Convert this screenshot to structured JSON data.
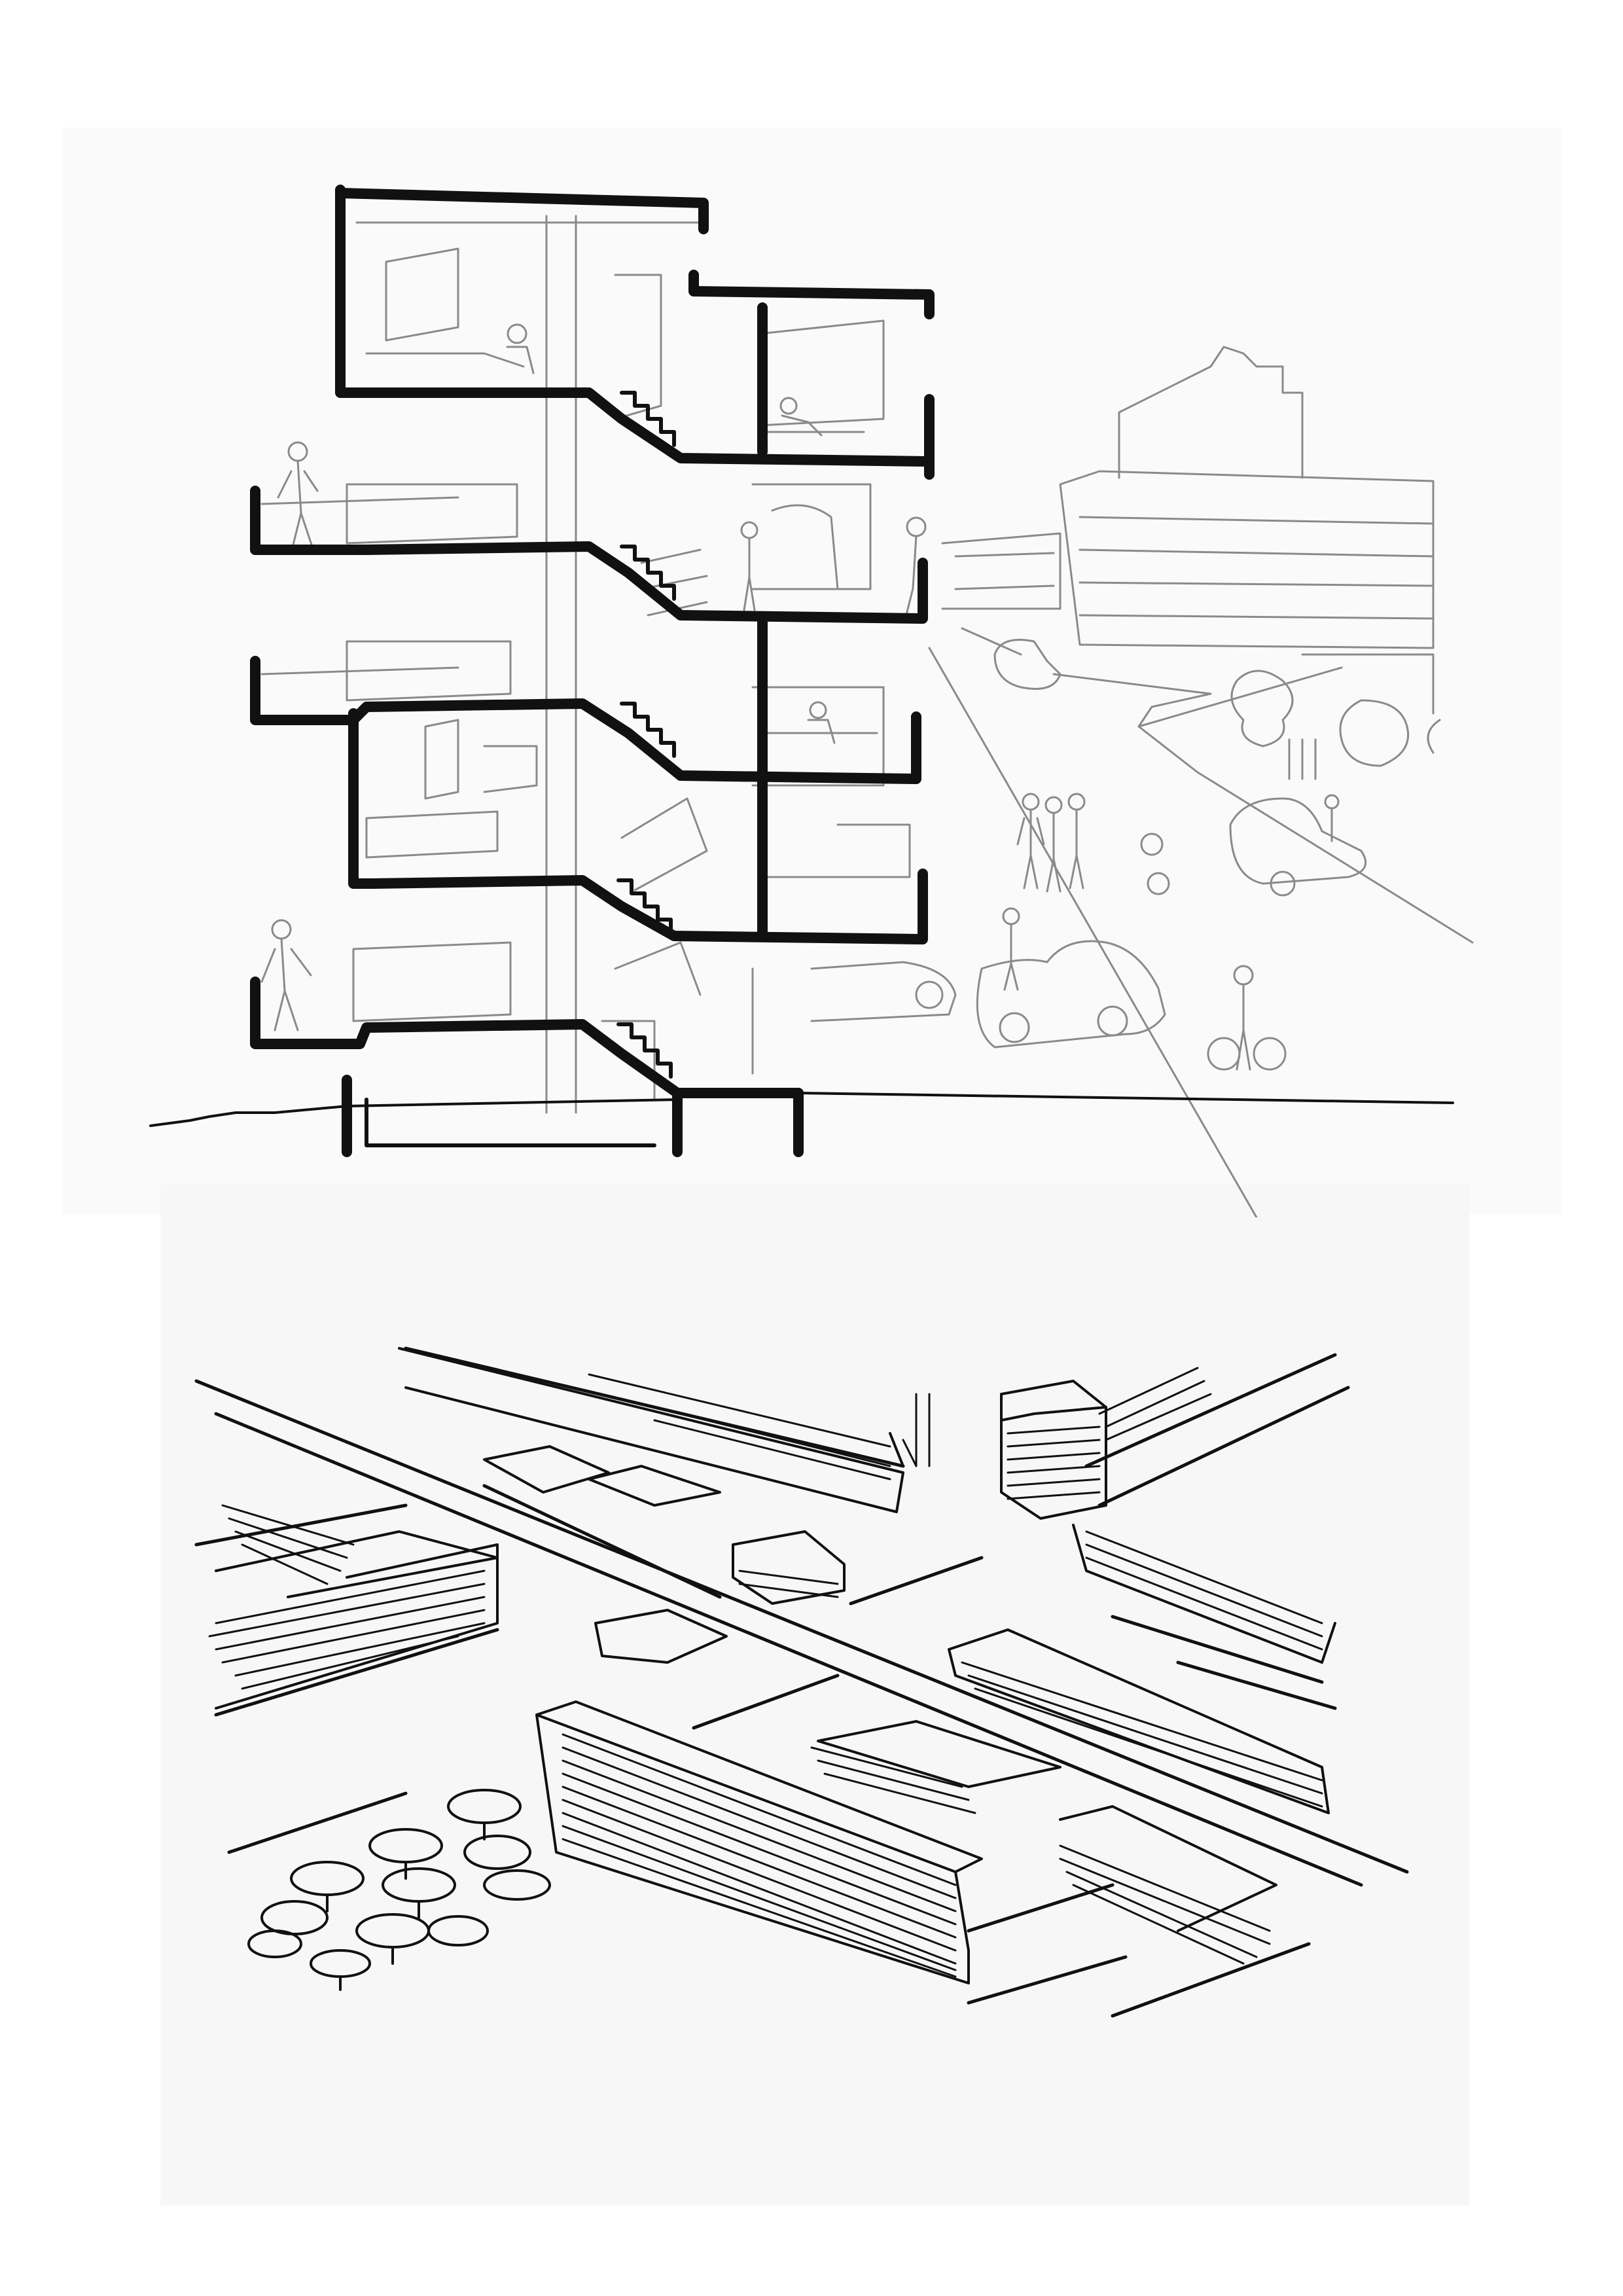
{
  "figures": [
    {
      "id": "section-perspective",
      "kind": "hand-drawn architectural section with street perspective"
    },
    {
      "id": "aerial-sketch",
      "kind": "hand-drawn aerial urban massing sketch"
    }
  ],
  "colors": {
    "paper": "#ffffff",
    "ink": "#111111",
    "pencil": "#8a8a8a",
    "sheet": "#f8f8f8"
  }
}
